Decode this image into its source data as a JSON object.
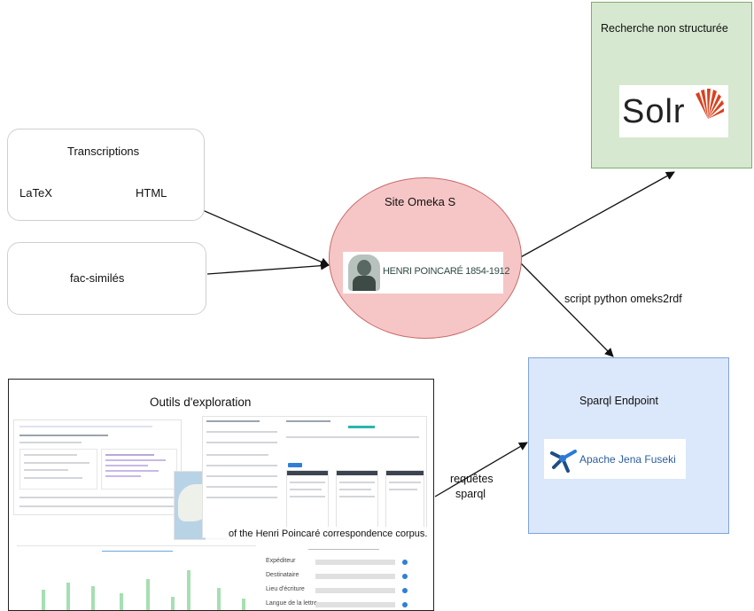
{
  "transcriptions": {
    "title": "Transcriptions",
    "from": "LaTeX",
    "to": "HTML"
  },
  "facsimiles": {
    "label": "fac-similés"
  },
  "omeka": {
    "title": "Site Omeka S",
    "logo_text": "HENRI POINCARÉ 1854-1912"
  },
  "solr": {
    "title": "Recherche non structurée",
    "logo_text": "Solr"
  },
  "sparql": {
    "title": "Sparql Endpoint",
    "logo_text": "Apache Jena Fuseki"
  },
  "edges": {
    "omeks2rdf": "script python omeks2rdf",
    "requetes_line1": "requêtes",
    "requetes_line2": "sparql"
  },
  "exploration": {
    "title": "Outils d'exploration",
    "caption": "of the Henri Poincaré correspondence corpus.",
    "form_labels": [
      "Expéditeur",
      "Destinataire",
      "Lieu d'écriture",
      "Langue de la lettre"
    ]
  },
  "colors": {
    "circle": "#f6c6c6",
    "green": "#d6e8d0",
    "blue": "#dbe8fb",
    "solr_red": "#d9411e",
    "jena": "#2b7bd6"
  }
}
